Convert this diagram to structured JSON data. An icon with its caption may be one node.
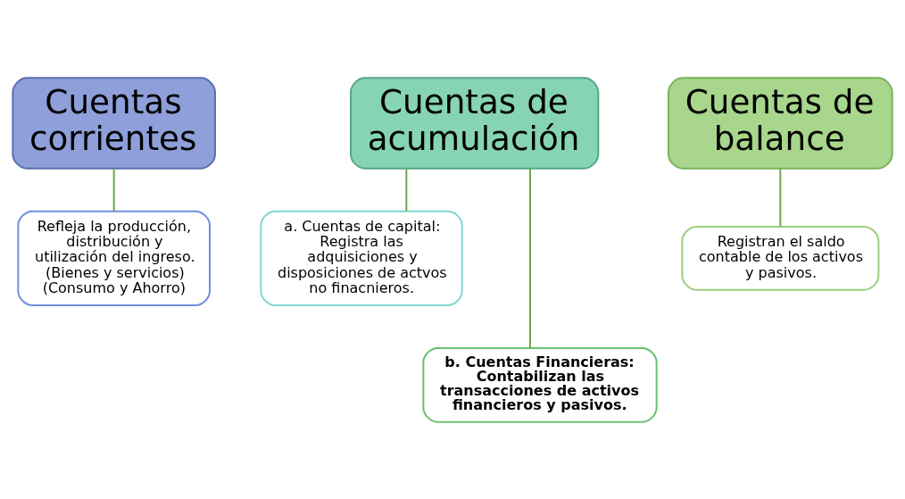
{
  "diagram": {
    "nodes": [
      {
        "text": [
          "Cuentas corrientes"
        ]
      },
      {
        "text": [
          "Cuentas de acumulación"
        ]
      },
      {
        "text": [
          "Cuentas de balance"
        ]
      },
      {
        "text": [
          "Refleja la producción, distribución y utilización del ingreso. (Bienes y servicios) (Consumo y Ahorro)"
        ]
      },
      {
        "text": [
          "a. Cuentas de capital: Registra las adquisiciones y disposiciones de actvos no finacnieros."
        ]
      },
      {
        "text": [
          "b. Cuentas Financieras: Contabilizan las transacciones de activos financieros y pasivos."
        ]
      },
      {
        "text": [
          "Registran el saldo contable de los activos y pasivos."
        ]
      }
    ],
    "edges": [
      {
        "from": 0,
        "to": 3,
        "arrow": "none"
      },
      {
        "from": 1,
        "to": 4,
        "arrow": "none"
      },
      {
        "from": 1,
        "to": 5,
        "arrow": "none"
      },
      {
        "from": 2,
        "to": 6,
        "arrow": "none"
      }
    ]
  }
}
